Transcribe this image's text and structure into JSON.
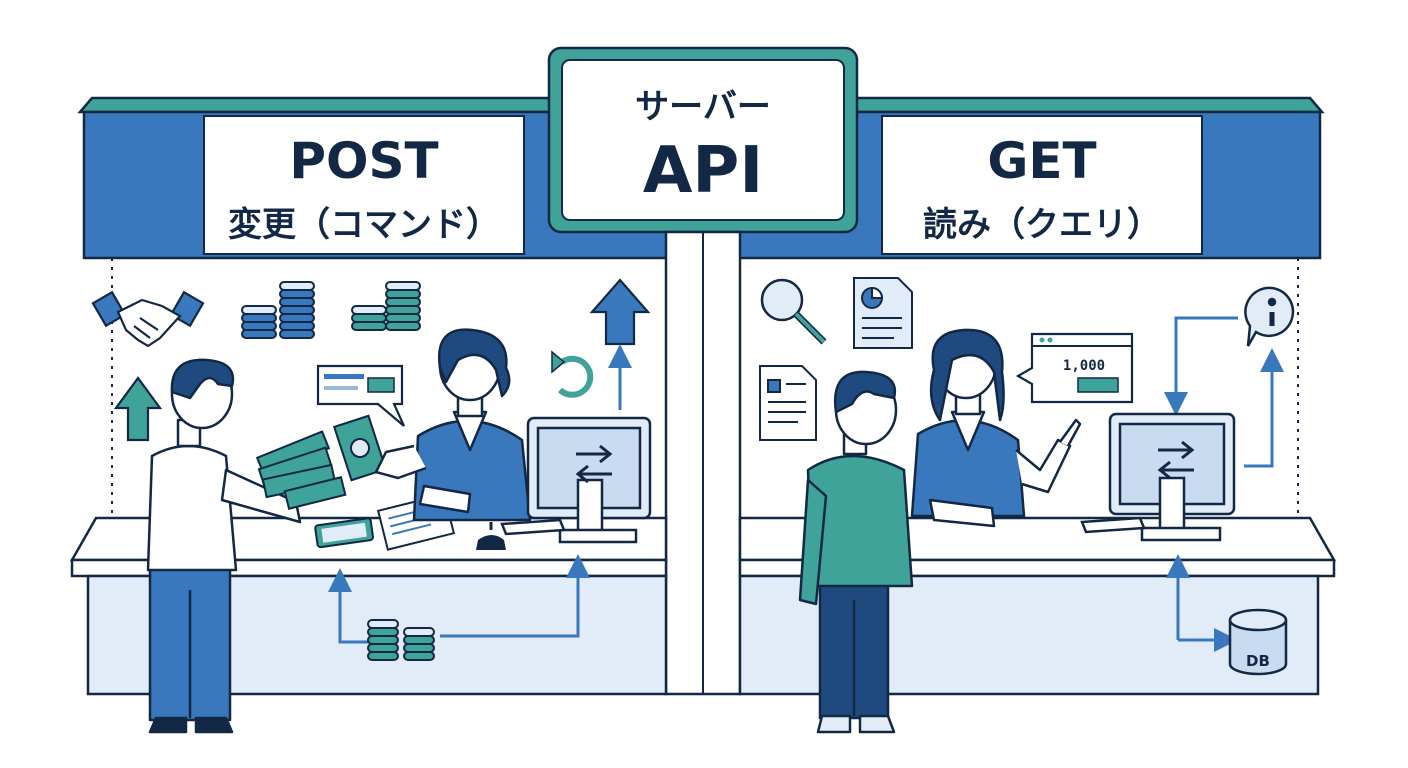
{
  "server": {
    "line1": "サーバー",
    "line2": "API"
  },
  "post": {
    "method": "POST",
    "desc": "変更（コマンド）"
  },
  "get": {
    "method": "GET",
    "desc": "読み（クエリ）"
  },
  "get_panel": {
    "amount": "1,000"
  },
  "db": {
    "label": "DB"
  },
  "colors": {
    "outline": "#132844",
    "blue": "#3a78bd",
    "teal": "#3fa39a",
    "light_blue": "#e2ecf8",
    "dark_teal": "#1f6e66"
  }
}
